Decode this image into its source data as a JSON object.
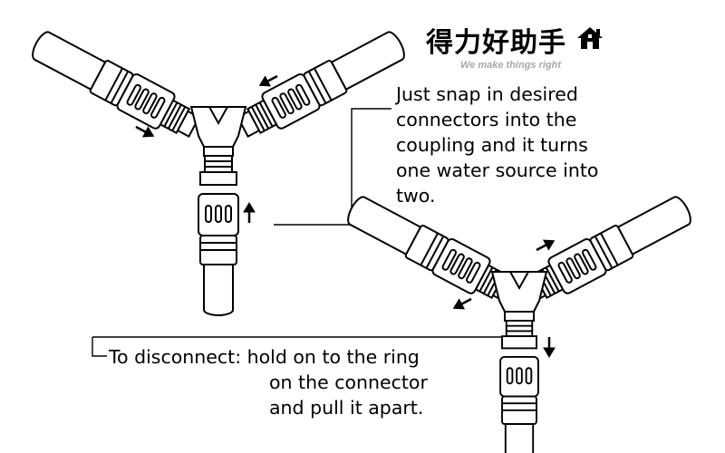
{
  "brand": {
    "name": "得力好助手",
    "tagline": "We make things right",
    "icon": "house-icon"
  },
  "instructions": {
    "connect": [
      "Just snap in desired",
      "connectors into the",
      "coupling and it turns",
      "one water source into",
      "two."
    ],
    "disconnect": [
      "To disconnect: hold on to the ring",
      "on the connector",
      "and pull it apart."
    ]
  },
  "colors": {
    "line": "#000000",
    "background": "#ffffff",
    "tagline": "#a8a8a8"
  }
}
